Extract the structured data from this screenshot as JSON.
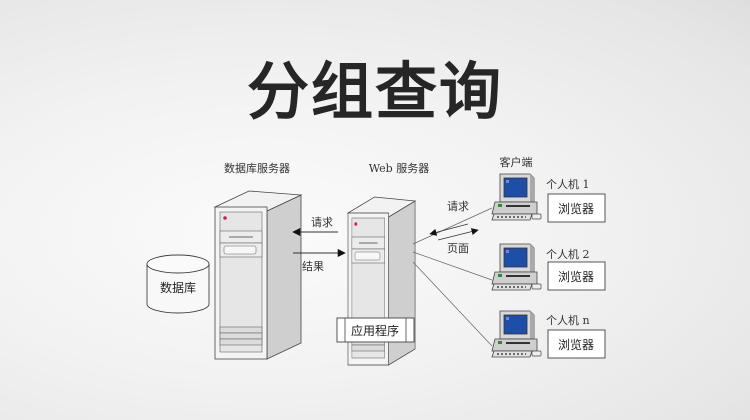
{
  "title": "分组查询",
  "diagram": {
    "db_server_label": "数据库服务器",
    "web_server_label": "Web 服务器",
    "client_label": "客户端",
    "database_label": "数据库",
    "app_label": "应用程序",
    "server_arrows": {
      "request": "请求",
      "result": "结果"
    },
    "client_arrows": {
      "request": "请求",
      "page": "页面"
    },
    "clients": [
      {
        "name": "个人机 1",
        "app": "浏览器"
      },
      {
        "name": "个人机 2",
        "app": "浏览器"
      },
      {
        "name": "个人机 n",
        "app": "浏览器"
      }
    ],
    "colors": {
      "title": "#262626",
      "screen": "#1d4fa8",
      "led": "#d0186b",
      "line": "#555555"
    }
  }
}
